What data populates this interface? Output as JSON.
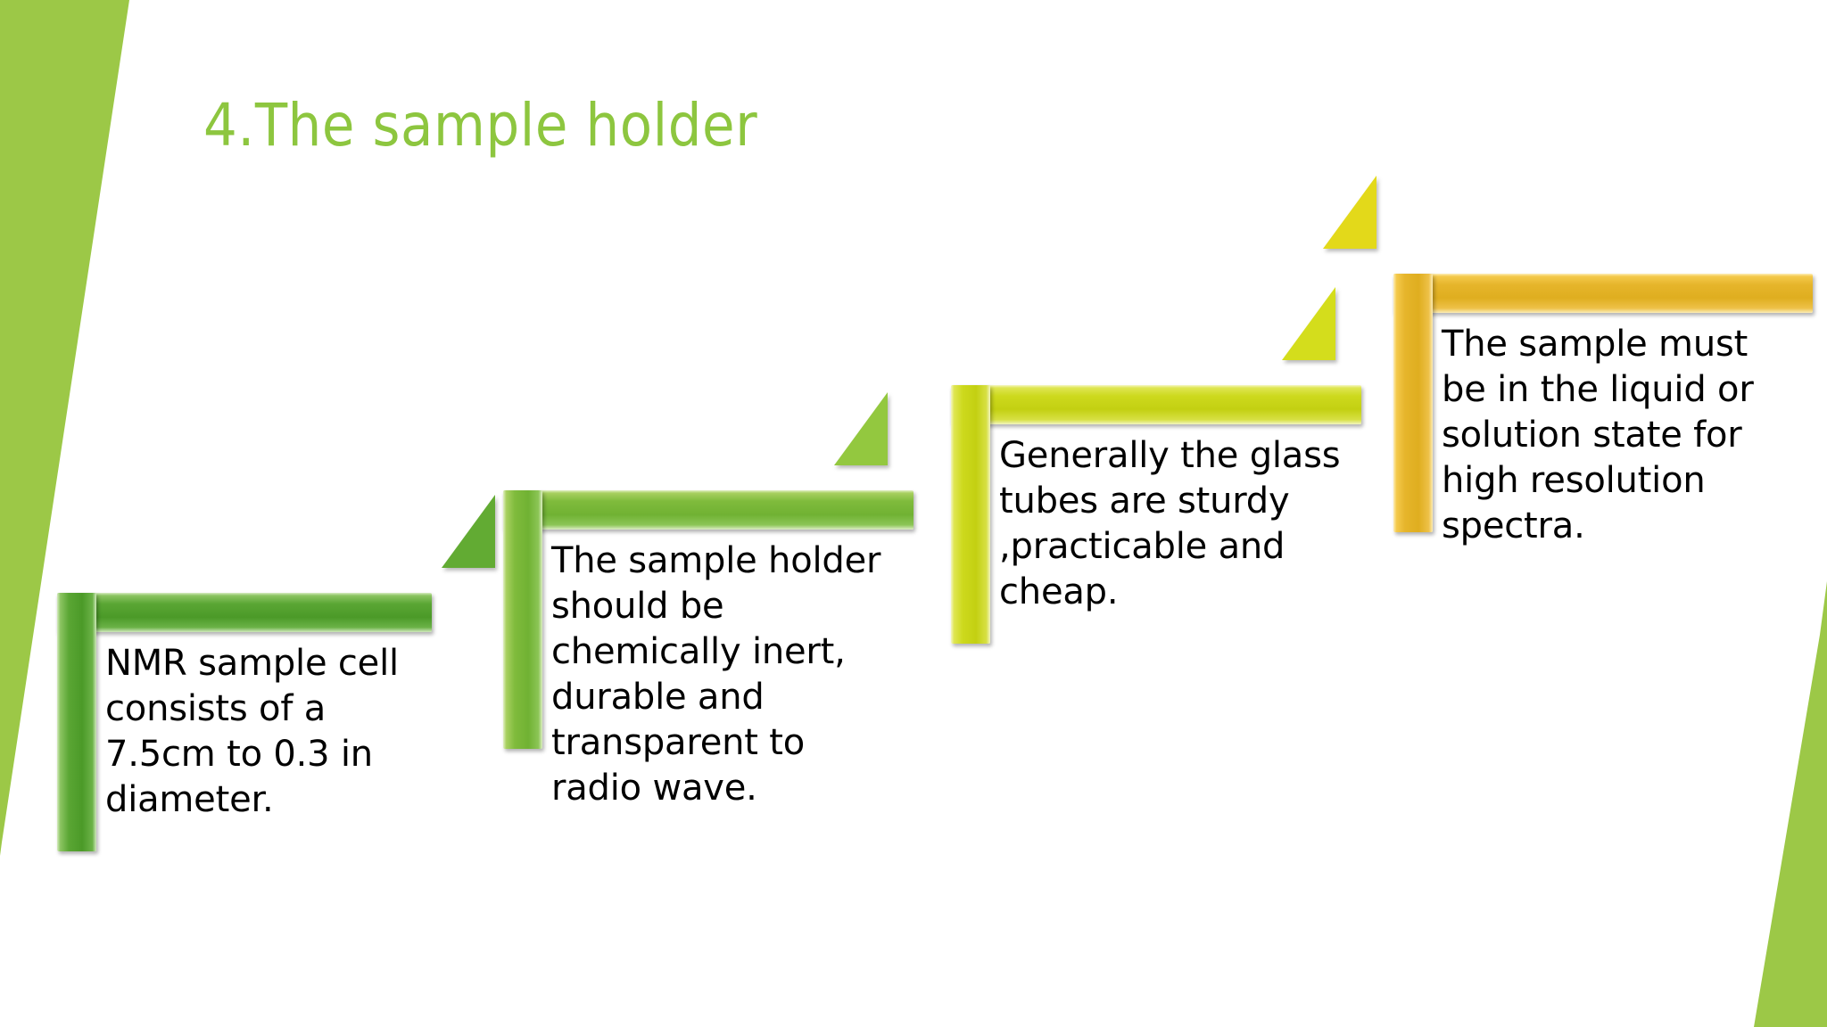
{
  "slide": {
    "title": "4.The sample holder",
    "background_color": "#FFFFFF",
    "accent_color": "#9CC847",
    "title_color": "#8DC63F",
    "body_text_color": "#000000"
  },
  "decorations": {
    "left_wedge": {
      "name": "left-green-wedge",
      "color": "#9CC847"
    },
    "right_wedge": {
      "name": "bottom-right-green-wedge",
      "color": "#9CC847"
    }
  },
  "steps": [
    {
      "index": 1,
      "text": "NMR sample cell consists of a 7.5cm to 0.3 in diameter.",
      "frame_color": "#4E9E2E",
      "triangle_color": "#62AB33"
    },
    {
      "index": 2,
      "text": "The sample holder should be chemically inert, durable and transparent to radio wave.",
      "frame_color": "#76B436",
      "triangle_color": "#93C83F"
    },
    {
      "index": 3,
      "text": "Generally the glass tubes are sturdy ,practicable and cheap.",
      "frame_color": "#C9D516",
      "triangle_color": "#D4DD1C"
    },
    {
      "index": 4,
      "text": "The sample must be in the liquid or solution state for high resolution spectra.",
      "frame_color": "#E3B327",
      "triangle_color": "#E3D91A"
    }
  ]
}
